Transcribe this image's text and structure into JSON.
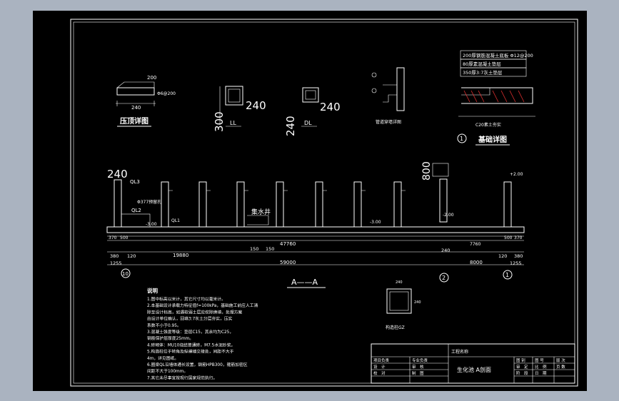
{
  "colors": {
    "background": "#aab3c0",
    "paper": "#000000",
    "line": "#ffffff",
    "accent": "#e03030"
  },
  "details": {
    "coping_title": "压顶详图",
    "coping_width": "240",
    "coping_dim_top": "200",
    "coping_rebar": "Φ6@200",
    "ll_dim_w": "240",
    "ll_dim_h": "300",
    "ll_label": "LL",
    "dl_dim_w": "240",
    "dl_dim_h": "240",
    "dl_label": "DL",
    "small_detail_label": "管道穿墙详图",
    "foundation_title": "基础详图",
    "foundation_number": "1",
    "foundation_notes": [
      "200厚钢筋混凝土底板 Φ12@200",
      "80厚素混凝土垫层",
      "350厚3:7灰土垫层"
    ],
    "foundation_bottom": "C20素土夯实"
  },
  "section": {
    "title": "A——A",
    "dim_240_left": "240",
    "dim_800": "800",
    "ql3": "QL3",
    "ql2": "QL2",
    "ql1": "QL1",
    "pipe_note": "Φ377预留孔",
    "collect_well": "集水井",
    "elev_left": "-3.00",
    "elev_mid": "-2.00",
    "elev_right": "-3.00",
    "elev_top": "+2.00",
    "dim_total": "47760",
    "dim_500_left": "500",
    "dim_500_right": "500",
    "dim_370_left": "370",
    "dim_370_right": "370",
    "dim_380_left": "380",
    "dim_120_left": "120",
    "dim_19880": "19880",
    "dim_150a": "150",
    "dim_150b": "150",
    "dim_240_mid": "240",
    "dim_7760": "7760",
    "dim_120_right": "120",
    "dim_380_right": "380",
    "dim_1255_left": "1255",
    "dim_59000": "59000",
    "dim_8000": "8000",
    "dim_1255_right": "1255",
    "axis_10": "10",
    "axis_2": "2",
    "axis_1": "1"
  },
  "column": {
    "label": "构造柱GZ",
    "dim_a": "240",
    "dim_b": "240"
  },
  "notes": {
    "heading": "说明",
    "lines": [
      "1.图中标高以米计，其它尺寸均以毫米计。",
      "2.本基础设计承载力特征值f=100kPa，基础施工前应人工清",
      "  除至设计标高，如遇软弱土层应挖除换填，处理方案",
      "  由设计单位确认，回填3:7灰土分层夯实，压实",
      "  系数不小于0.95。",
      "3.混凝土强度等级：垫层C15，其余均为C25，",
      "  钢筋保护层厚度25mm。",
      "4.砖砌体：MU10烧结普通砖，M7.5水泥砂浆。",
      "5.构造柱位于转角及纵横墙交接处，间距不大于",
      "  4m，详见图纸。",
      "6.圈梁QL沿墙体通长设置，钢筋HPB300，箍筋加密区",
      "  间距不大于100mm。",
      "7.其它未尽事宜按现行国家规范执行。"
    ]
  },
  "title_block": {
    "project_label": "工程名称",
    "drawing_name": "生化池 A剖面",
    "project_leader": "项目负责",
    "professional": "专业负责",
    "design": "设　计",
    "review": "审　核",
    "check": "校　对",
    "draw": "制　图",
    "approve": "审　定",
    "stage": "阶　段",
    "scale": "比　例",
    "date": "日　期",
    "col_a": "图 别",
    "col_b": "图 号",
    "col_c": "版 次",
    "col_d": "页 数"
  }
}
